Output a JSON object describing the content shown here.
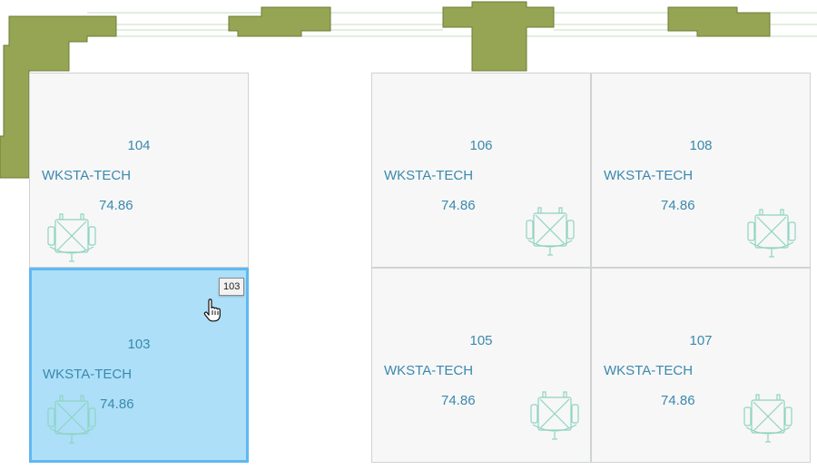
{
  "colors": {
    "wall_fill": "#95a553",
    "wall_stroke": "#6e7a35",
    "room_fill": "#f7f7f7",
    "room_border": "#cfd3d3",
    "selected_fill": "#addff8",
    "selected_border": "#60b8f0",
    "label_text": "#3a89ad",
    "chair_stroke": "#8fd4c0"
  },
  "rooms": [
    {
      "number": "104",
      "type": "WKSTA-TECH",
      "area": "74.86",
      "selected": false,
      "icon": "office-chair-icon"
    },
    {
      "number": "103",
      "type": "WKSTA-TECH",
      "area": "74.86",
      "selected": true,
      "icon": "office-chair-icon"
    },
    {
      "number": "106",
      "type": "WKSTA-TECH",
      "area": "74.86",
      "selected": false,
      "icon": "office-chair-icon"
    },
    {
      "number": "108",
      "type": "WKSTA-TECH",
      "area": "74.86",
      "selected": false,
      "icon": "office-chair-icon"
    },
    {
      "number": "105",
      "type": "WKSTA-TECH",
      "area": "74.86",
      "selected": false,
      "icon": "office-chair-icon"
    },
    {
      "number": "107",
      "type": "WKSTA-TECH",
      "area": "74.86",
      "selected": false,
      "icon": "office-chair-icon"
    }
  ],
  "tooltip": {
    "text": "103"
  },
  "cursor": {
    "icon": "hand-pointer-icon"
  }
}
